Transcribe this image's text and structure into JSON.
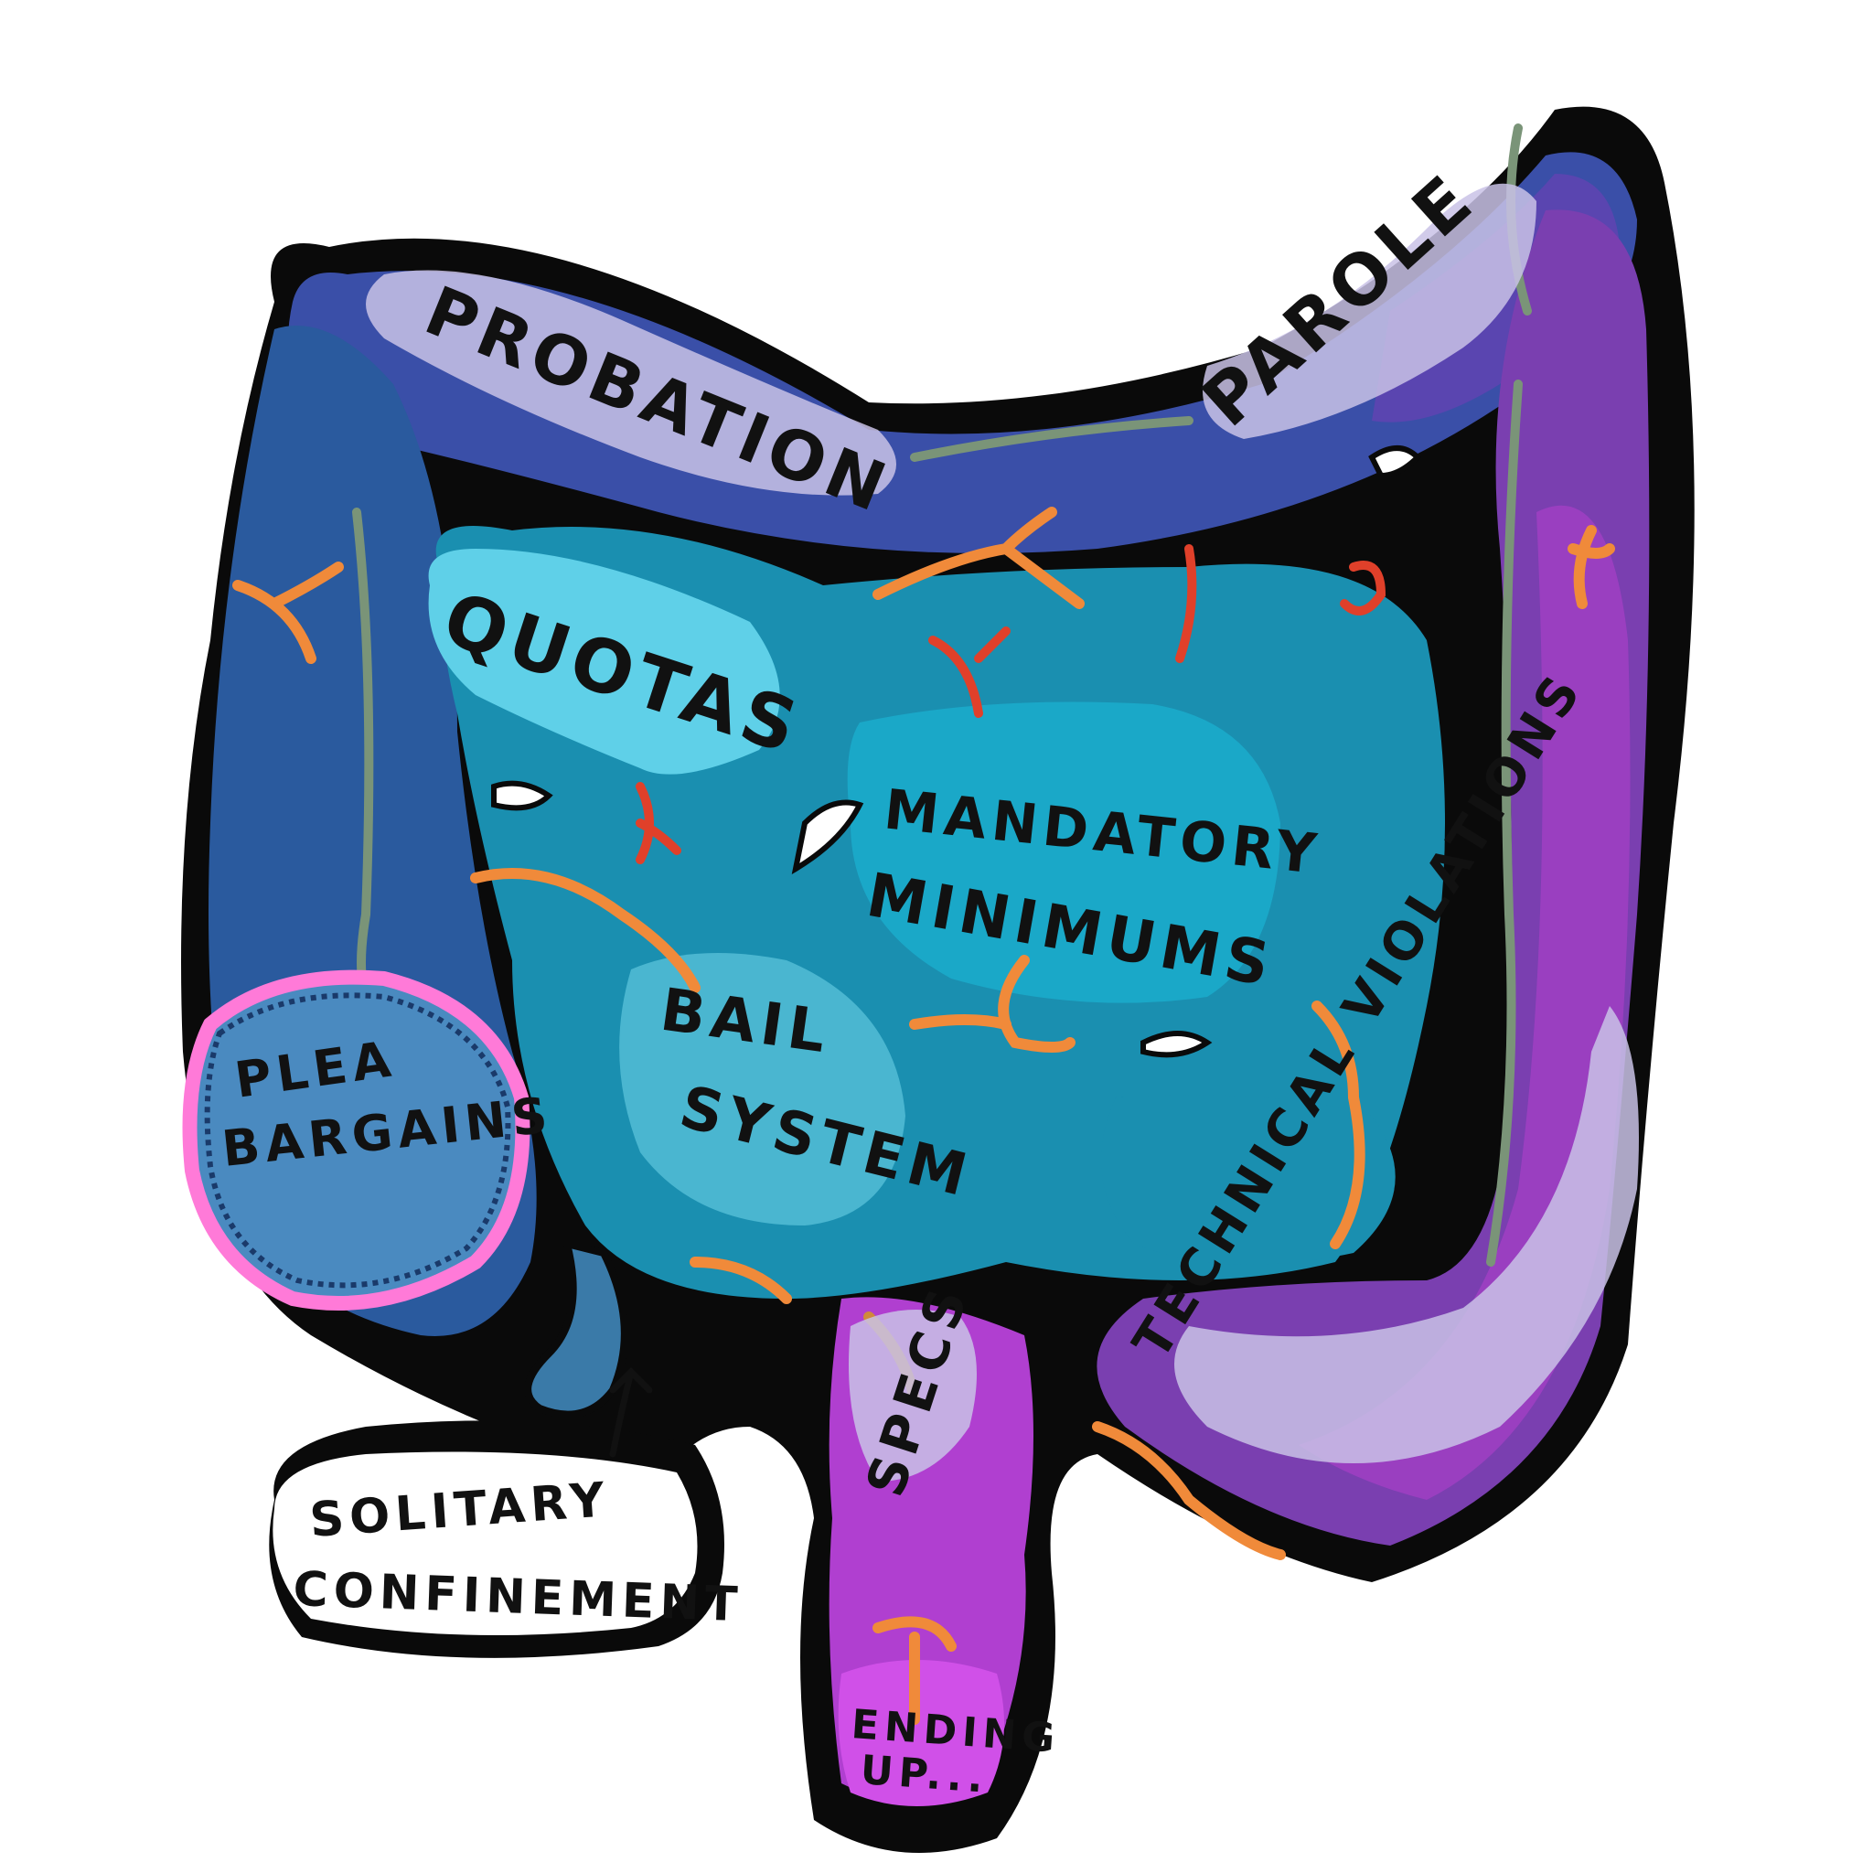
{
  "labels": {
    "probation": "PROBATION",
    "parole": "PAROLE",
    "quotas": "QUOTAS",
    "mandatory_line1": "MANDATORY",
    "mandatory_line2": "MINIMUMS",
    "bail_line1": "BAIL",
    "bail_line2": "SYSTEM",
    "plea_line1": "PLEA",
    "plea_line2": "BARGAINS",
    "technical_violations": "TECHNICAL VIOLATIONS",
    "specs": "SPECS",
    "ending_line1": "ENDING",
    "ending_line2": "UP...",
    "solitary_line1": "SOLITARY",
    "solitary_line2": "CONFINEMENT"
  },
  "colors": {
    "outline": "#0a0a0a",
    "large_intestine_blue": "#3a4fa8",
    "large_intestine_left": "#2a5a9e",
    "large_intestine_purple": "#7a3fb0",
    "large_intestine_violet": "#9a3fc0",
    "small_intestine": "#1aa8c8",
    "small_intestine_light": "#5fd0e8",
    "rectum": "#c23fd8",
    "label_highlight": "#c9c2e6",
    "plea_rim": "#ff7ad8",
    "vessel_orange": "#f08a3a",
    "vessel_red": "#e0402a",
    "vessel_green": "#7a9478"
  }
}
